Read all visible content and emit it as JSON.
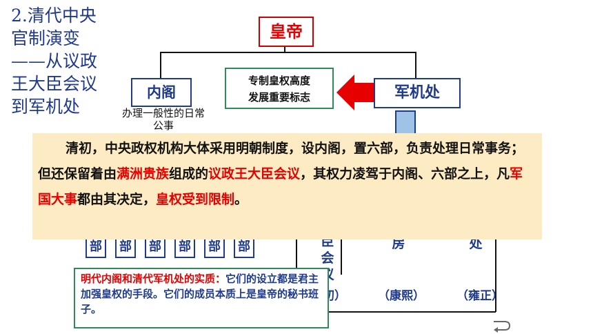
{
  "slide_title": "2.清代中央官制演变——从议政王大臣会议到军机处",
  "emperor": "皇帝",
  "neige": "内阁",
  "neige_desc": "办理一般性的日常公事",
  "sign_line1": "专制皇权高度",
  "sign_line2": "发展重要标志",
  "junjichu": "军机处",
  "overlay": {
    "seg1": "清初，中央政权机构大体采用明朝制度，设内阁，置六部，负责处理日常事务；但还保留着由",
    "red1": "满洲贵族",
    "seg2": "组成的",
    "red2": "议政王大臣会议",
    "seg3": "，其权力凌驾于内阁、六部之上，凡",
    "red3": "军国大事",
    "seg4": "都由其决定，",
    "red4": "皇权受到限制",
    "seg5": "。"
  },
  "six_bu": [
    "部",
    "部",
    "部",
    "部",
    "部",
    "部"
  ],
  "council_vertical": "臣会议",
  "frag_mid": "房",
  "frag_right": "处",
  "era_1": "初）",
  "era_2": "（康熙）",
  "era_3": "（雍正）",
  "note_lead": "明代内阁和清代军机处的实质：",
  "note_body": "它们的设立都是君主加强皇权的手段。它们的成员本质上是皇帝的秘书班子。",
  "colors": {
    "red": "#e60000",
    "blue": "#1f3a8a",
    "green_border": "#2e8b57",
    "overlay_bg": "#fdebc4"
  }
}
